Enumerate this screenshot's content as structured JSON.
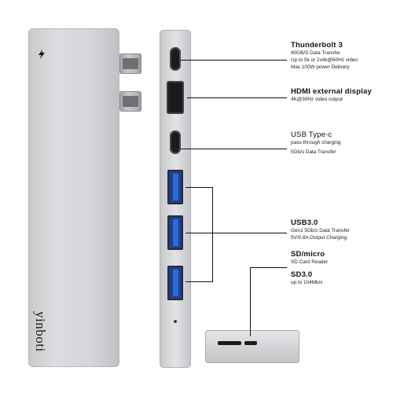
{
  "brand": "yinboti",
  "colors": {
    "usb_blue": "#2d6cd8",
    "body_silver": "#d4d5d8"
  },
  "icons": {
    "bolt": "thunderbolt-icon"
  },
  "labels": {
    "thunderbolt": {
      "title": "Thunderbolt 3",
      "lines": [
        "40GB/S Data Transfer",
        "Up to 5k or 2x4k@60Hz video",
        "Max 100W power Delivery"
      ]
    },
    "hdmi": {
      "title": "HDMI external display",
      "lines": [
        "4K@30Hz video output"
      ]
    },
    "usbc": {
      "title": "USB Type-c",
      "lines": [
        "pass-through charging",
        "5Gb/s Data Transfer"
      ]
    },
    "usb3": {
      "title": "USB3.0",
      "lines": [
        "Gen1 5Gb/s Data Transfer",
        "5V/0.8A Output Charging"
      ]
    },
    "sd": {
      "title": "SD/micro",
      "lines": [
        "SD Card Reader"
      ]
    },
    "sd3": {
      "title": "SD3.0",
      "lines": [
        "up to 104Mb/s"
      ]
    }
  }
}
